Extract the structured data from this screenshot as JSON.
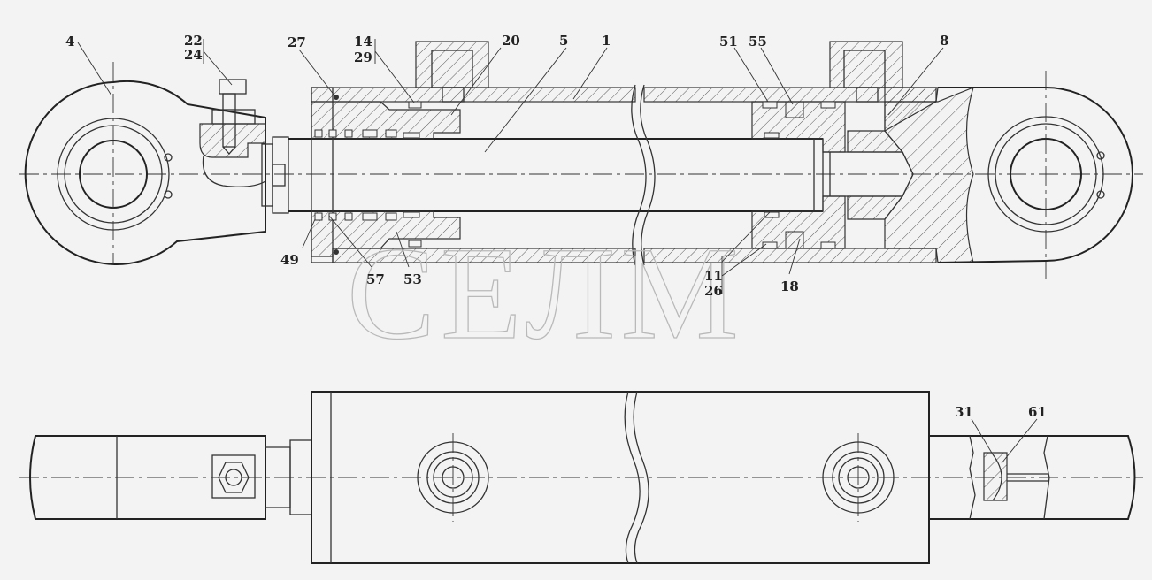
{
  "drawing": {
    "watermark": "СЕЛМ",
    "callouts": [
      {
        "id": "c4",
        "text": "4"
      },
      {
        "id": "c22",
        "text": "22"
      },
      {
        "id": "c24",
        "text": "24"
      },
      {
        "id": "c27",
        "text": "27"
      },
      {
        "id": "c14",
        "text": "14"
      },
      {
        "id": "c29",
        "text": "29"
      },
      {
        "id": "c20",
        "text": "20"
      },
      {
        "id": "c5",
        "text": "5"
      },
      {
        "id": "c1",
        "text": "1"
      },
      {
        "id": "c51",
        "text": "51"
      },
      {
        "id": "c55",
        "text": "55"
      },
      {
        "id": "c8",
        "text": "8"
      },
      {
        "id": "c49",
        "text": "49"
      },
      {
        "id": "c57",
        "text": "57"
      },
      {
        "id": "c53",
        "text": "53"
      },
      {
        "id": "c11",
        "text": "11"
      },
      {
        "id": "c26",
        "text": "26"
      },
      {
        "id": "c18",
        "text": "18"
      },
      {
        "id": "c31",
        "text": "31"
      },
      {
        "id": "c61",
        "text": "61"
      }
    ]
  },
  "colors": {
    "background": "#f3f3f3",
    "line": "#333333",
    "watermark": "#b9b9b9"
  }
}
